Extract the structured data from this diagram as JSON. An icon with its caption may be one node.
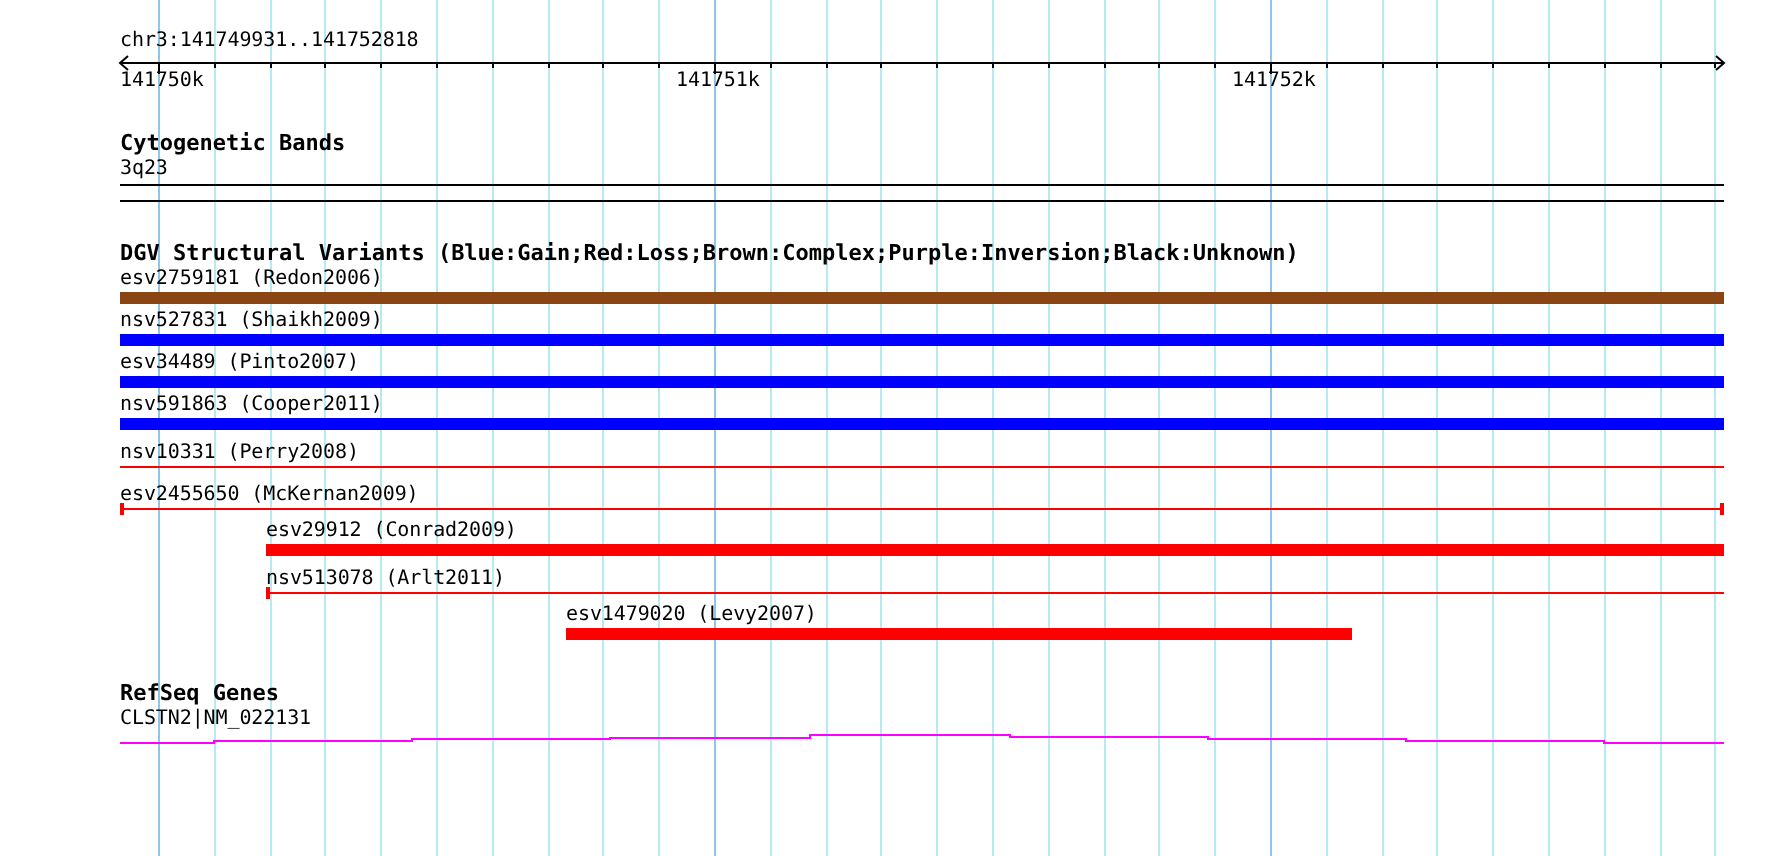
{
  "diagram": {
    "nodes": [
      {
        "text": [
          "Cytogenetic Bands"
        ]
      },
      {
        "text": [
          "3q23"
        ],
        "in": 0
      },
      {
        "text": [
          "DGV Structural Variants (Blue:Gain;Red:Loss;Brown:Complex;Purple:Inversion;Black:Unknown)"
        ]
      },
      {
        "text": [
          "esv2759181 (Redon2006)"
        ],
        "in": 2
      },
      {
        "text": [
          "nsv527831 (Shaikh2009)"
        ],
        "in": 2
      },
      {
        "text": [
          "esv34489 (Pinto2007)"
        ],
        "in": 2
      },
      {
        "text": [
          "nsv591863 (Cooper2011)"
        ],
        "in": 2
      },
      {
        "text": [
          "nsv10331 (Perry2008)"
        ],
        "in": 2
      },
      {
        "text": [
          "esv2455650 (McKernan2009)"
        ],
        "in": 2
      },
      {
        "text": [
          "esv29912 (Conrad2009)"
        ],
        "in": 2
      },
      {
        "text": [
          "nsv513078 (Arlt2011)"
        ],
        "in": 2
      },
      {
        "text": [
          "esv1479020 (Levy2007)"
        ],
        "in": 2
      },
      {
        "text": [
          "RefSeq Genes"
        ]
      },
      {
        "text": [
          "CLSTN2|NM_022131"
        ],
        "in": 12
      }
    ],
    "labels": [
      "chr3:141749931..141752818",
      "141750k",
      "141751k",
      "141752k"
    ]
  }
}
